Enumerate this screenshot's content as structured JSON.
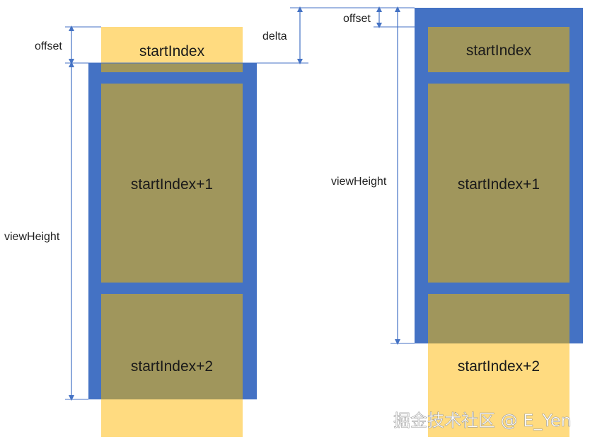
{
  "colors": {
    "viewport": "#4472c4",
    "item_outside": "#ffdb80",
    "item_overlap": "#a0965c",
    "guide_line": "#4472c4",
    "arrow": "#4472c4"
  },
  "left_panel": {
    "items": [
      "startIndex",
      "startIndex+1",
      "startIndex+2"
    ],
    "dimensions": {
      "offset": "offset",
      "delta": "delta",
      "view_height": "viewHeight"
    }
  },
  "right_panel": {
    "items": [
      "startIndex",
      "startIndex+1",
      "startIndex+2"
    ],
    "dimensions": {
      "offset": "offset",
      "view_height": "viewHeight"
    }
  },
  "watermark": "掘金技术社区 @ E_Yen"
}
